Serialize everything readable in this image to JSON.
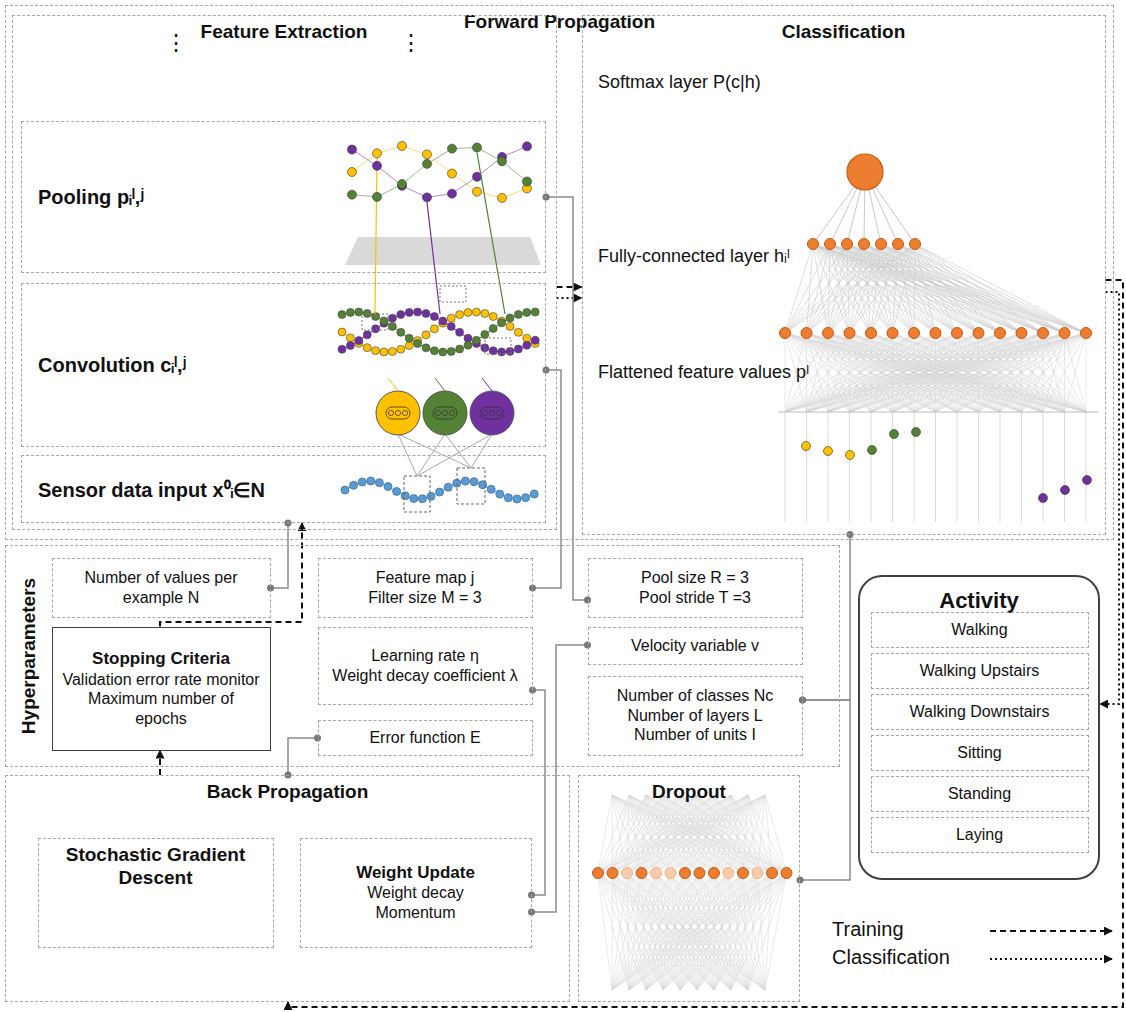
{
  "diagram": {
    "nodes": [
      {
        "text": [
          "Forward Propagation"
        ]
      },
      {
        "text": [
          "Feature Extraction"
        ],
        "in": 0
      },
      {
        "text": [
          "Pooling pᵢˡ,ʲ"
        ],
        "in": 1
      },
      {
        "text": [
          "Convolution cᵢˡ,ʲ"
        ],
        "in": 1
      },
      {
        "text": [
          "Sensor data input x⁰ᵢ∈N"
        ],
        "in": 1
      },
      {
        "text": [
          "Classification"
        ],
        "in": 0
      },
      {
        "text": [
          "Hyperparameters"
        ]
      },
      {
        "text": [
          "Number of values per example N"
        ],
        "in": 6
      },
      {
        "text": [
          "Stopping Criteria",
          "Validation error rate monitor",
          "Maximum number of epochs"
        ],
        "in": 6
      },
      {
        "text": [
          "Feature map j",
          "Filter size M = 3"
        ],
        "in": 6
      },
      {
        "text": [
          "Learning rate η",
          "Weight decay coefficient λ"
        ],
        "in": 6
      },
      {
        "text": [
          "Error function E"
        ],
        "in": 6
      },
      {
        "text": [
          "Pool size R = 3",
          "Pool stride T =3"
        ],
        "in": 6
      },
      {
        "text": [
          "Velocity variable v"
        ],
        "in": 6
      },
      {
        "text": [
          "Number of classes Nᴄ",
          "Number of layers L",
          "Number of units I"
        ],
        "in": 6
      },
      {
        "text": [
          "Back Propagation"
        ]
      },
      {
        "text": [
          "Stochastic Gradient Descent"
        ],
        "in": 15
      },
      {
        "text": [
          "Weight Update",
          "Weight decay",
          "Momentum"
        ],
        "in": 15
      },
      {
        "text": [
          "Dropout"
        ]
      },
      {
        "text": [
          "Activity"
        ]
      },
      {
        "text": [
          "Walking"
        ],
        "in": 19
      },
      {
        "text": [
          "Walking Upstairs"
        ],
        "in": 19
      },
      {
        "text": [
          "Walking Downstairs"
        ],
        "in": 19
      },
      {
        "text": [
          "Sitting"
        ],
        "in": 19
      },
      {
        "text": [
          "Standing"
        ],
        "in": 19
      },
      {
        "text": [
          "Laying"
        ],
        "in": 19
      }
    ],
    "edges": [
      {
        "from": 1,
        "to": 5,
        "arrow": "to"
      },
      {
        "from": 1,
        "to": 5,
        "arrow": "to"
      },
      {
        "from": 7,
        "to": 4,
        "arrow": "none"
      },
      {
        "from": 8,
        "to": 4,
        "arrow": "to"
      },
      {
        "from": 9,
        "to": 3,
        "arrow": "none"
      },
      {
        "from": 12,
        "to": 2,
        "arrow": "none"
      },
      {
        "from": 10,
        "to": 17,
        "arrow": "none"
      },
      {
        "from": 13,
        "to": 17,
        "arrow": "none"
      },
      {
        "from": 11,
        "to": 15,
        "arrow": "none"
      },
      {
        "from": 15,
        "to": 8,
        "arrow": "to"
      },
      {
        "from": 14,
        "to": 5,
        "arrow": "none"
      },
      {
        "from": 14,
        "to": 18,
        "arrow": "none"
      },
      {
        "from": 5,
        "to": 19,
        "arrow": "to"
      },
      {
        "from": 5,
        "to": 15,
        "arrow": "to"
      }
    ],
    "labels": [
      "⋮",
      "⋮",
      "Softmax layer P(c|h)",
      "Fully-connected layer hᵢˡ",
      "Flattened feature values pˡ"
    ],
    "legend": [
      {
        "text": "Training"
      },
      {
        "text": "Classification"
      }
    ]
  }
}
